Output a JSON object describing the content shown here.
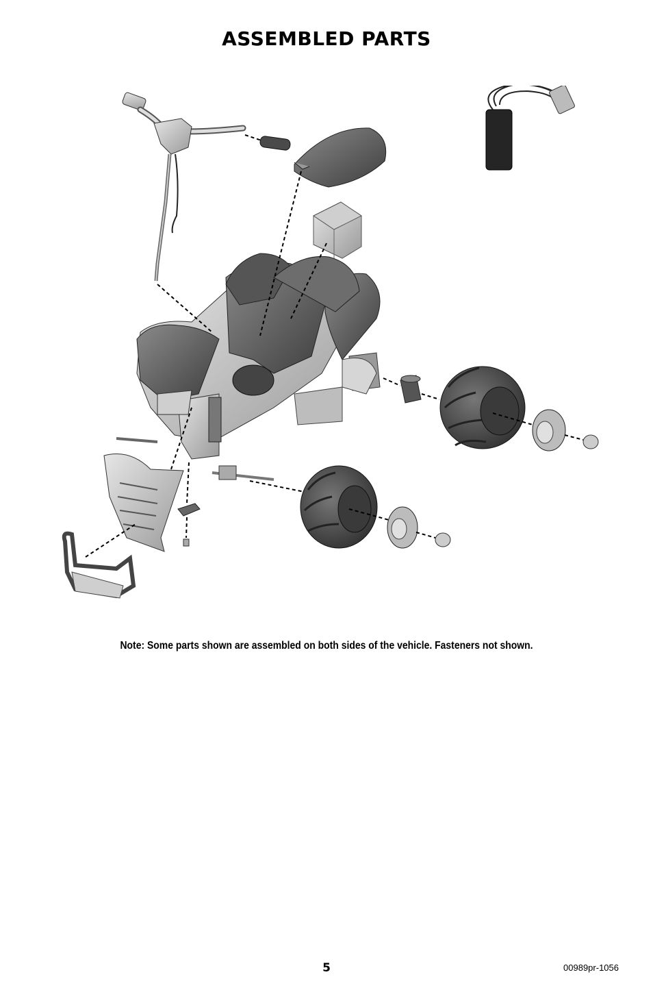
{
  "page": {
    "title": "ASSEMBLED PARTS",
    "note": "Note: Some parts shown are assembled on both sides of the vehicle. Fasteners not shown.",
    "page_number": "5",
    "document_code": "00989pr-1056"
  },
  "figure": {
    "parts": [
      "handlebar-with-wiring",
      "handgrip",
      "seat",
      "battery",
      "atv-body",
      "rear-axle-hub",
      "rear-wheel",
      "rear-hubcap",
      "rear-cap-nut",
      "front-wheel",
      "front-hubcap",
      "front-cap-nut",
      "front-grille",
      "front-bumper",
      "clip",
      "fastener",
      "charger"
    ]
  }
}
